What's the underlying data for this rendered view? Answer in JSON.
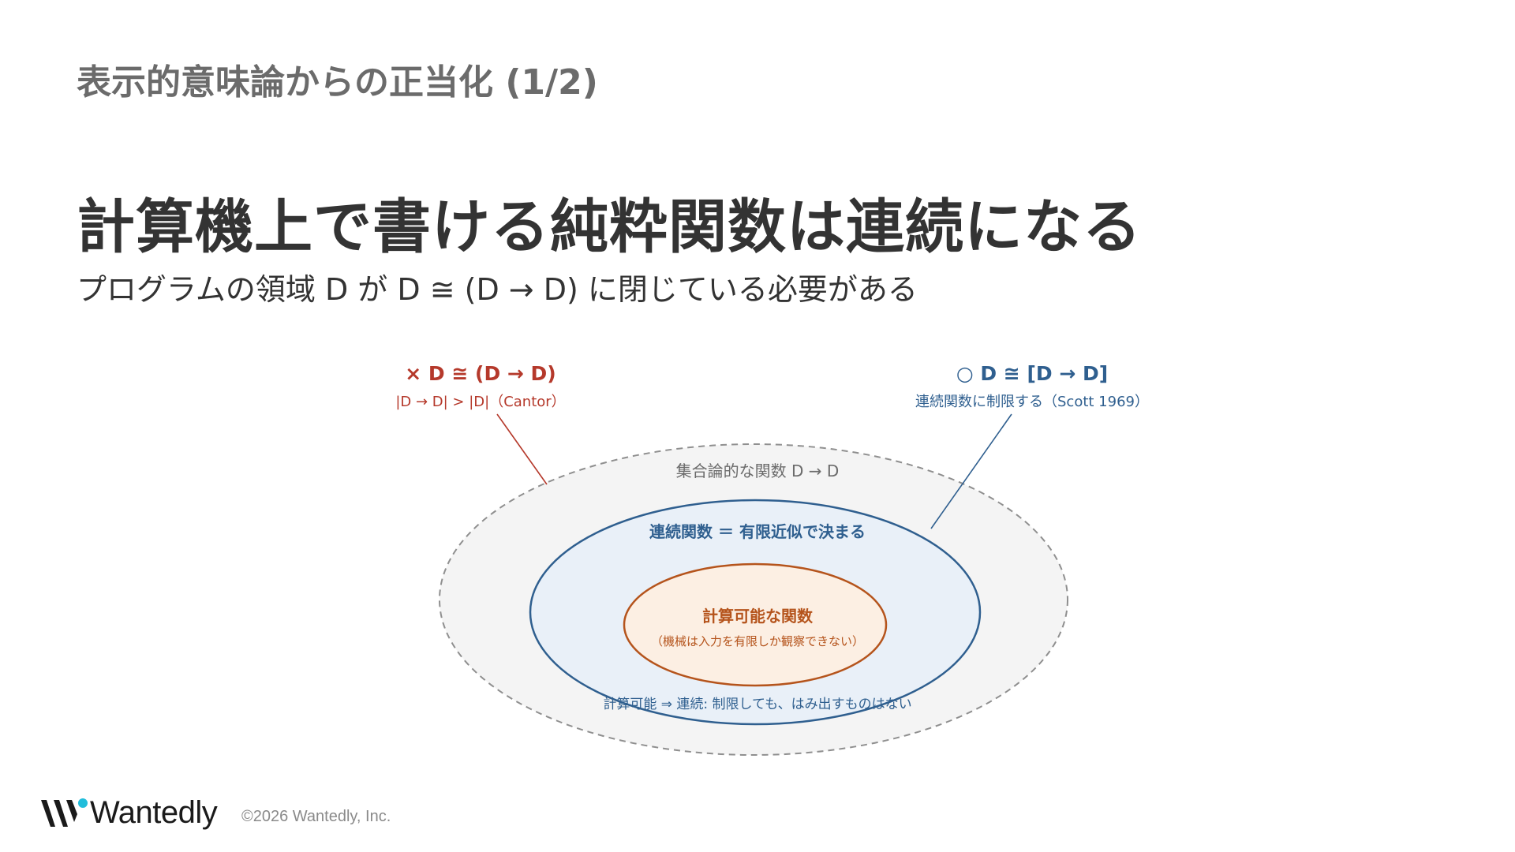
{
  "slide": {
    "section_title": "表示的意味論からの正当化 (1/2)",
    "headline": "計算機上で書ける純粋関数は連続になる",
    "subline": "プログラムの領域 D が D ≅ (D → D) に閉じている必要がある"
  },
  "diagram": {
    "left_callout": {
      "title": "× D ≅ (D → D)",
      "note": "|D → D| > |D|（Cantor）"
    },
    "right_callout": {
      "title": "○ D ≅ [D → D]",
      "note": "連続関数に制限する（Scott 1969）"
    },
    "outer_set_label": "集合論的な関数 D → D",
    "middle_set_label": "連続関数 ＝ 有限近似で決まる",
    "inner_set_label": "計算可能な関数",
    "inner_set_note": "（機械は入力を有限しか観察できない）",
    "bottom_note": "計算可能 ⇒ 連続: 制限しても、はみ出すものはない",
    "colors": {
      "red": "#b5392b",
      "blue": "#2f5f8f",
      "orange": "#b5541c",
      "gray": "#6b6b6b"
    }
  },
  "footer": {
    "logo_text": "Wantedly",
    "copyright": "©2026 Wantedly, Inc."
  }
}
